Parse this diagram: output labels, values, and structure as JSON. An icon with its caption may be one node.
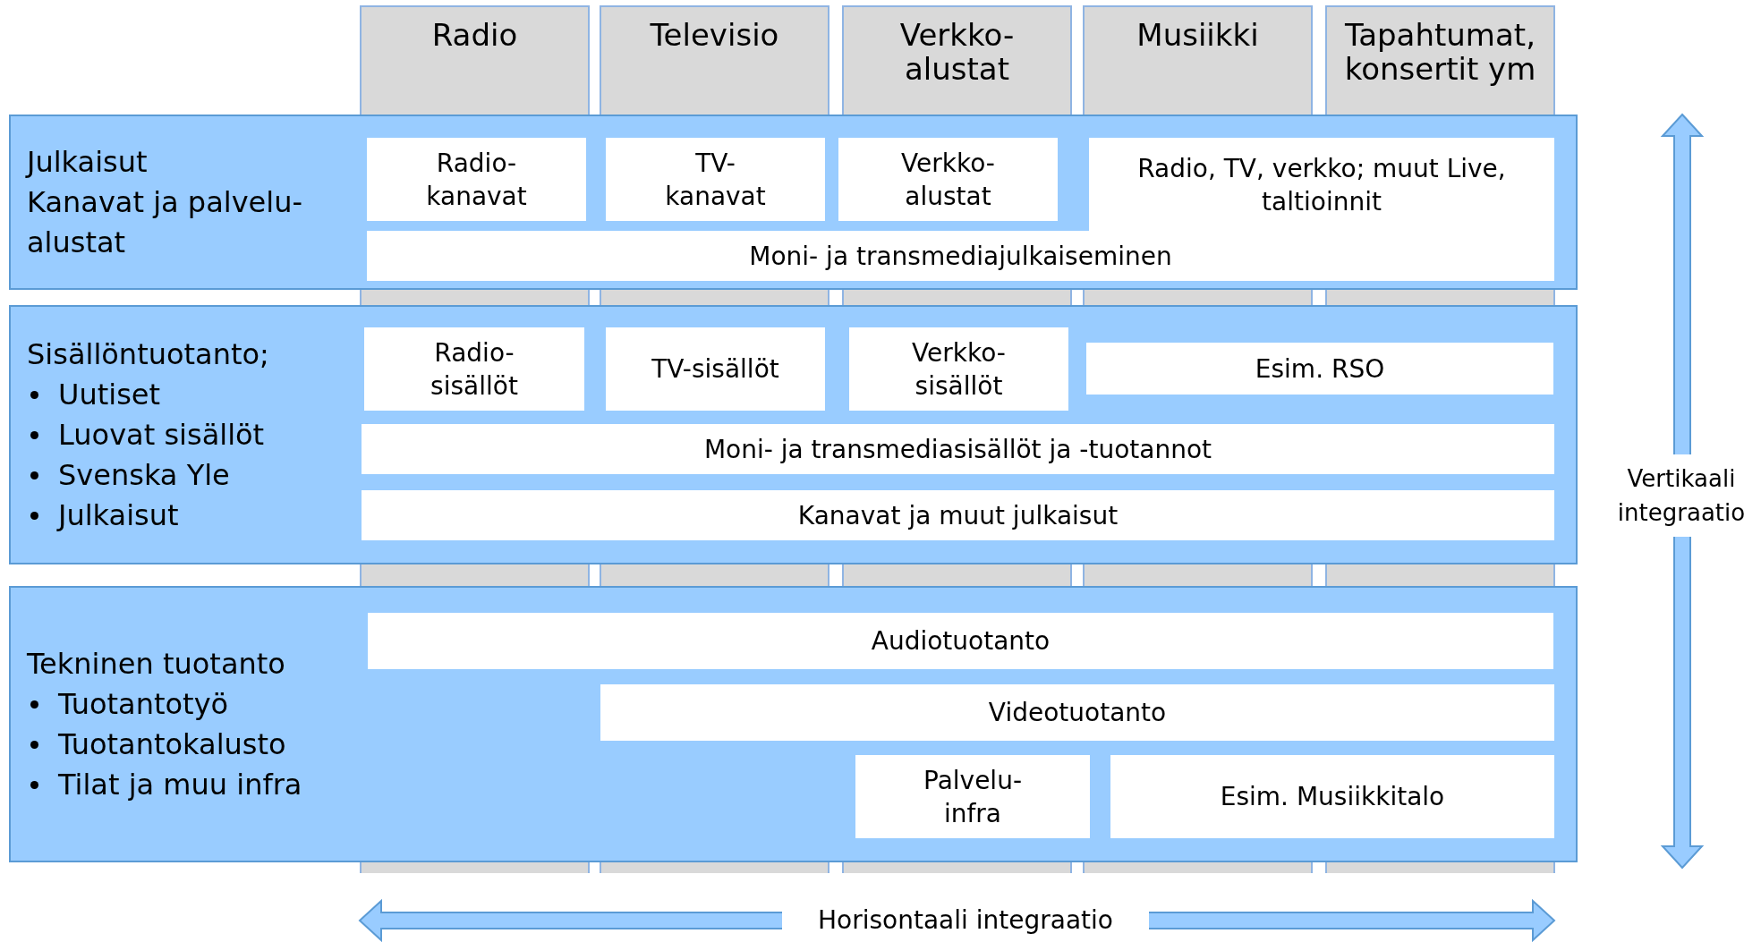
{
  "diagram": {
    "nodes": [
      {
        "text": [
          "Radio"
        ]
      },
      {
        "text": [
          "Televisio"
        ]
      },
      {
        "text": [
          "Verkko-alustat"
        ]
      },
      {
        "text": [
          "Musiikki"
        ]
      },
      {
        "text": [
          "Tapahtumat, konsertit ym"
        ]
      },
      {
        "text": [
          "Julkaisut",
          "Kanavat ja palvelu-alustat"
        ]
      },
      {
        "text": [
          "Radio-kanavat"
        ],
        "in": 5
      },
      {
        "text": [
          "TV-kanavat"
        ],
        "in": 5
      },
      {
        "text": [
          "Verkko-alustat"
        ],
        "in": 5
      },
      {
        "text": [
          "Radio, TV, verkko; muut Live, taltioinnit"
        ],
        "in": 5
      },
      {
        "text": [
          "Moni- ja transmediajulkaiseminen"
        ],
        "in": 5
      },
      {
        "text": [
          "Sisällöntuotanto;",
          "Uutiset",
          "Luovat sisällöt",
          "Svenska Yle",
          "Julkaisut"
        ]
      },
      {
        "text": [
          "Radio-sisällöt"
        ],
        "in": 11
      },
      {
        "text": [
          "TV-sisällöt"
        ],
        "in": 11
      },
      {
        "text": [
          "Verkko-sisällöt"
        ],
        "in": 11
      },
      {
        "text": [
          "Esim. RSO"
        ],
        "in": 11
      },
      {
        "text": [
          "Moni- ja transmediasisällöt ja -tuotannot"
        ],
        "in": 11
      },
      {
        "text": [
          "Kanavat ja muut julkaisut"
        ],
        "in": 11
      },
      {
        "text": [
          "Tekninen tuotanto",
          "Tuotantotyö",
          "Tuotantokalusto",
          "Tilat ja muu infra"
        ]
      },
      {
        "text": [
          "Audiotuotanto"
        ],
        "in": 18
      },
      {
        "text": [
          "Videotuotanto"
        ],
        "in": 18
      },
      {
        "text": [
          "Palvelu-infra"
        ],
        "in": 18
      },
      {
        "text": [
          "Esim. Musiikkitalo"
        ],
        "in": 18
      }
    ],
    "labels": [
      "Vertikaali integraatio",
      "Horisontaali integraatio"
    ]
  }
}
